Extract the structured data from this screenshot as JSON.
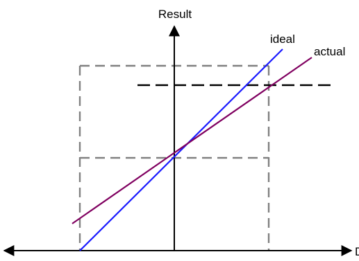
{
  "labels": {
    "y_axis": "Result",
    "x_axis": "D",
    "ideal": "ideal",
    "actual": "actual"
  },
  "colors": {
    "ideal": "#1a1aff",
    "actual": "#800060",
    "axis": "#000000",
    "guide_gray": "#808080",
    "guide_black": "#000000"
  }
}
